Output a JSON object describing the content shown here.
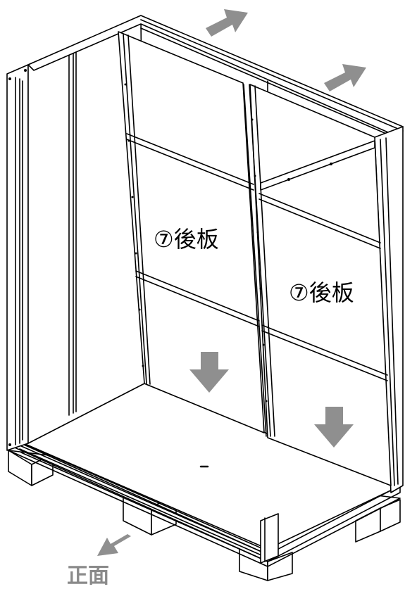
{
  "diagram": {
    "panel_labels": [
      "⑦後板",
      "⑦後板"
    ],
    "front_label": "正面",
    "arrow_color": "#8f8f8f",
    "line_color": "#000000",
    "arrows": [
      {
        "name": "move-out-arrow-1",
        "direction": "up-right"
      },
      {
        "name": "move-out-arrow-2",
        "direction": "up-right"
      },
      {
        "name": "push-down-arrow-1",
        "direction": "down"
      },
      {
        "name": "push-down-arrow-2",
        "direction": "down"
      },
      {
        "name": "front-direction-arrow",
        "direction": "down-left"
      }
    ]
  }
}
